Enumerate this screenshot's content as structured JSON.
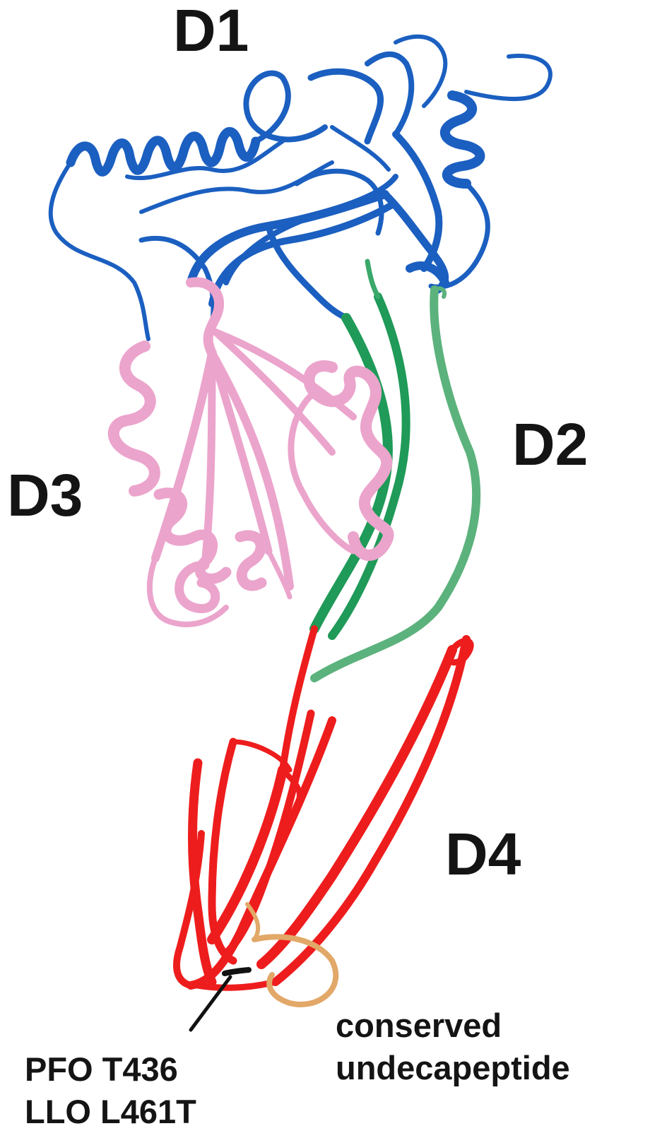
{
  "domains": [
    {
      "label": "D1",
      "color": "#1b5fc0"
    },
    {
      "label": "D2",
      "color": "#1f9a58"
    },
    {
      "label": "D3",
      "color": "#eba4cc"
    },
    {
      "label": "D4",
      "color": "#ee1d1d"
    }
  ],
  "undecapeptide_color": "#e2a868",
  "mutation_color": "#111111",
  "annotations": {
    "mutation_line1": "PFO T436",
    "mutation_line2": "LLO L461T",
    "region_line1": "conserved",
    "region_line2": "undecapeptide"
  }
}
